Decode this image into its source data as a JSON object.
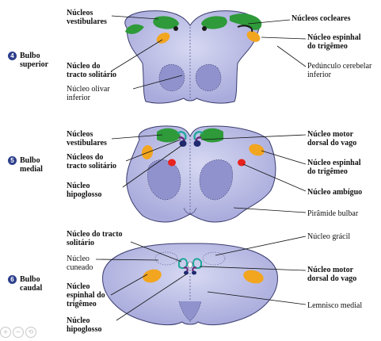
{
  "sections": [
    {
      "num": "4",
      "title": "Bulbo\nsuperior"
    },
    {
      "num": "5",
      "title": "Bulbo\nmedial"
    },
    {
      "num": "6",
      "title": "Bulbo\ncaudal"
    }
  ],
  "labels": {
    "s1_vestibulares": "Núcleos\nvestibulares",
    "s1_cocleares": "Núcleos cocleares",
    "s1_espinhal": "Núcleo espinhal\ndo trigêmeo",
    "s1_pedunculo": "Pedúnculo cerebelar\ninferior",
    "s1_solitario": "Núcleo do\ntracto solitário",
    "s1_olivar": "Núcleo olivar\ninferior",
    "s2_vestibulares": "Núcleos\nvestibulares",
    "s2_solitario": "Núcleos do\ntracto solitário",
    "s2_hipoglosso": "Núcleo\nhipoglosso",
    "s2_motor": "Núcleo motor\ndorsal do vago",
    "s2_espinhal": "Núcleo espinhal\ndo trigêmeo",
    "s2_ambiguo": "Núcleo ambíguo",
    "s2_piramide": "Pirâmide bulbar",
    "s3_solitario": "Núcleo do tracto\nsolitário",
    "s3_cuneado": "Núcleo\ncuneado",
    "s3_espinhal": "Núcleo\nespinhal do\ntrigêmeo",
    "s3_hipoglosso": "Núcleo\nhipoglosso",
    "s3_gracil": "Núcleo grácil",
    "s3_motor": "Núcleo motor\ndorsal do vago",
    "s3_lemnisco": "Lemnisco medial"
  },
  "colors": {
    "tissue": "#b9bbe4",
    "tissue_dark": "#8f92cc",
    "outline": "#3a3c6e",
    "vestibular_green": "#2e9a3a",
    "trigeminal_orange": "#f2a51f",
    "ambiguus_red": "#e8221f",
    "hypoglossal_navy": "#1f2a6e",
    "motor_purple": "#6a2a7a",
    "solitary_teal": "#1fa79a"
  },
  "zoom_icons": [
    "zoom-in-icon",
    "zoom-out-icon",
    "zoom-reset-icon"
  ]
}
